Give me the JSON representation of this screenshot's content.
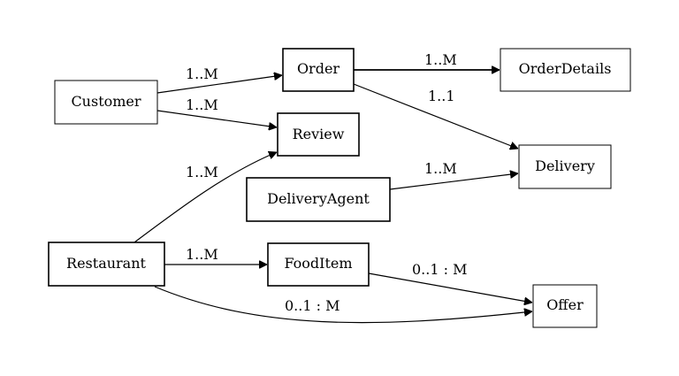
{
  "nodes": {
    "customer": {
      "label": "Customer"
    },
    "order": {
      "label": "Order"
    },
    "order_details": {
      "label": "OrderDetails"
    },
    "review": {
      "label": "Review"
    },
    "delivery": {
      "label": "Delivery"
    },
    "delivery_agent": {
      "label": "DeliveryAgent"
    },
    "restaurant": {
      "label": "Restaurant"
    },
    "food_item": {
      "label": "FoodItem"
    },
    "offer": {
      "label": "Offer"
    }
  },
  "edges": {
    "customer_order": {
      "from": "Customer",
      "to": "Order",
      "label": "1..M"
    },
    "customer_review": {
      "from": "Customer",
      "to": "Review",
      "label": "1..M"
    },
    "order_orderdetails": {
      "from": "Order",
      "to": "OrderDetails",
      "label": "1..M"
    },
    "order_delivery": {
      "from": "Order",
      "to": "Delivery",
      "label": "1..1"
    },
    "restaurant_review": {
      "from": "Restaurant",
      "to": "Review",
      "label": "1..M"
    },
    "deliveryagent_delivery": {
      "from": "DeliveryAgent",
      "to": "Delivery",
      "label": "1..M"
    },
    "restaurant_fooditem": {
      "from": "Restaurant",
      "to": "FoodItem",
      "label": "1..M"
    },
    "fooditem_offer": {
      "from": "FoodItem",
      "to": "Offer",
      "label": "0..1 : M"
    },
    "restaurant_offer": {
      "from": "Restaurant",
      "to": "Offer",
      "label": "0..1 : M"
    }
  }
}
